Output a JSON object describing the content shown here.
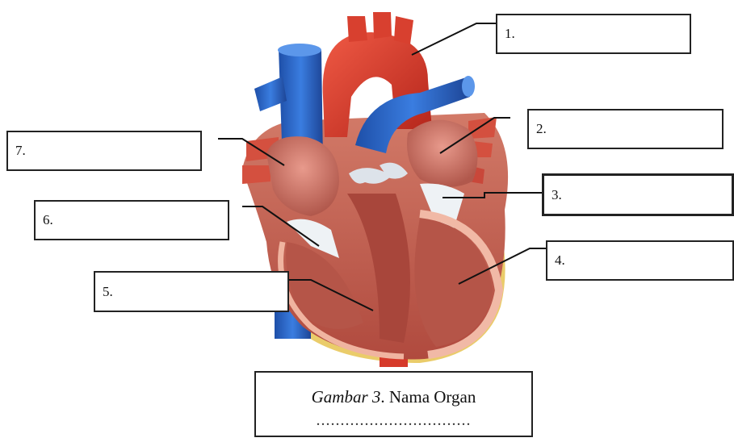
{
  "labels": [
    {
      "number": "1."
    },
    {
      "number": "2."
    },
    {
      "number": "3."
    },
    {
      "number": "4."
    },
    {
      "number": "5."
    },
    {
      "number": "6."
    },
    {
      "number": "7."
    }
  ],
  "caption": {
    "italic": "Gambar 3",
    "rest": ". Nama Organ",
    "blank": "................................"
  },
  "colors": {
    "aorta": "#d63a2a",
    "vena_cava": "#2a66c9",
    "myocardium": "#c25a4c",
    "endocardium": "#f1b9a6",
    "fat": "#e8c65a",
    "leader_line": "#111111"
  }
}
